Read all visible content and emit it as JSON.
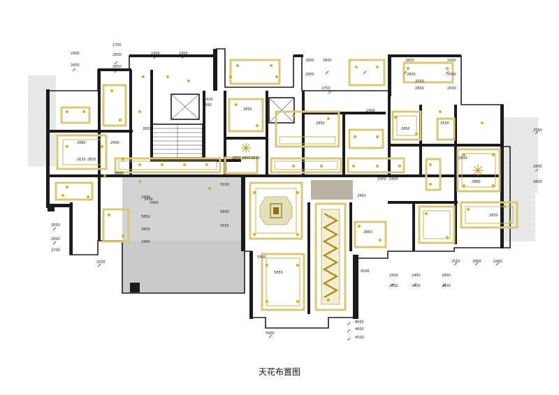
{
  "drawing": {
    "title": "天花布置图"
  },
  "dimensions": {
    "top_left_a": [
      "2400",
      "2850"
    ],
    "top_left_b": [
      "2700",
      "2800",
      "2850"
    ],
    "top_mid_a": [
      "2400",
      "2400"
    ],
    "top_mid_b": [
      "2800",
      "2850",
      "2750"
    ],
    "top_mid_c": [
      "2800",
      "2400"
    ],
    "top_right_a": [
      "2850",
      "2800",
      "2550",
      "2800"
    ],
    "top_right_b": [
      "2400",
      "2500",
      "2500",
      "2800"
    ],
    "right_side": [
      "2550",
      "2800",
      "2850"
    ],
    "left_bottom": [
      "2850",
      "2800",
      "2700",
      "2550"
    ],
    "bottom_mid": [
      "5900",
      "4600",
      "4500",
      "8650"
    ],
    "bottom_right_a": [
      "2400",
      "2450",
      "2550",
      "2400"
    ],
    "bottom_right_b": [
      "2800",
      "2400",
      "2550",
      "2800",
      "2400"
    ],
    "room_labels": {
      "r1": "2880",
      "r2": "2630",
      "r3": "2830",
      "r4": "2850",
      "r5": "2850",
      "r6": "2880",
      "r7": "2850",
      "r8": "2850",
      "r9": "5850",
      "r10": "2400",
      "r11": "2450",
      "r12": "2850",
      "r13": "2550",
      "r14": "2800",
      "r15": "2830",
      "r16": "2800",
      "r17": "2400",
      "r18": "2430"
    },
    "hall_labels": [
      "5100",
      "5600",
      "5550",
      "5500"
    ],
    "left_column": [
      "2430",
      "2400",
      "5850",
      "2800",
      "2400"
    ],
    "misc": [
      "4100",
      "2800",
      "2800",
      "2400",
      "2400",
      "2600"
    ]
  }
}
